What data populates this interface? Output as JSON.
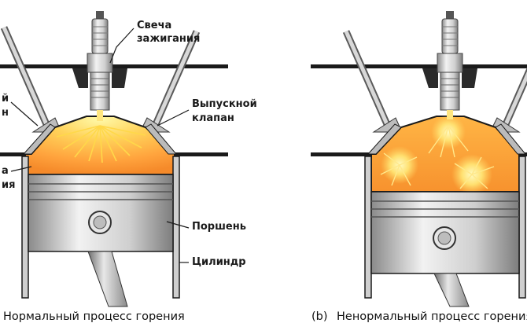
{
  "labels": {
    "spark_plug_l1": "Свеча",
    "spark_plug_l2": "зажигания",
    "intake_l1": "й",
    "intake_l2": "н",
    "exhaust_l1": "Выпускной",
    "exhaust_l2": "клапан",
    "chamber_l1": "а",
    "chamber_l2": "ия",
    "piston": "Поршень",
    "cylinder": "Цилиндр"
  },
  "captions": {
    "left": "Нормальный процесс горения",
    "right_prefix": "(b)",
    "right_text": "Ненормальный процесс горения"
  },
  "colors": {
    "metal_light": "#d9d9d9",
    "metal_dark": "#7a7a7a",
    "outline": "#1a1a1a",
    "flame_core": "#ffef7a",
    "flame_mid": "#ffb347",
    "flame_edge": "#f08a2c"
  }
}
